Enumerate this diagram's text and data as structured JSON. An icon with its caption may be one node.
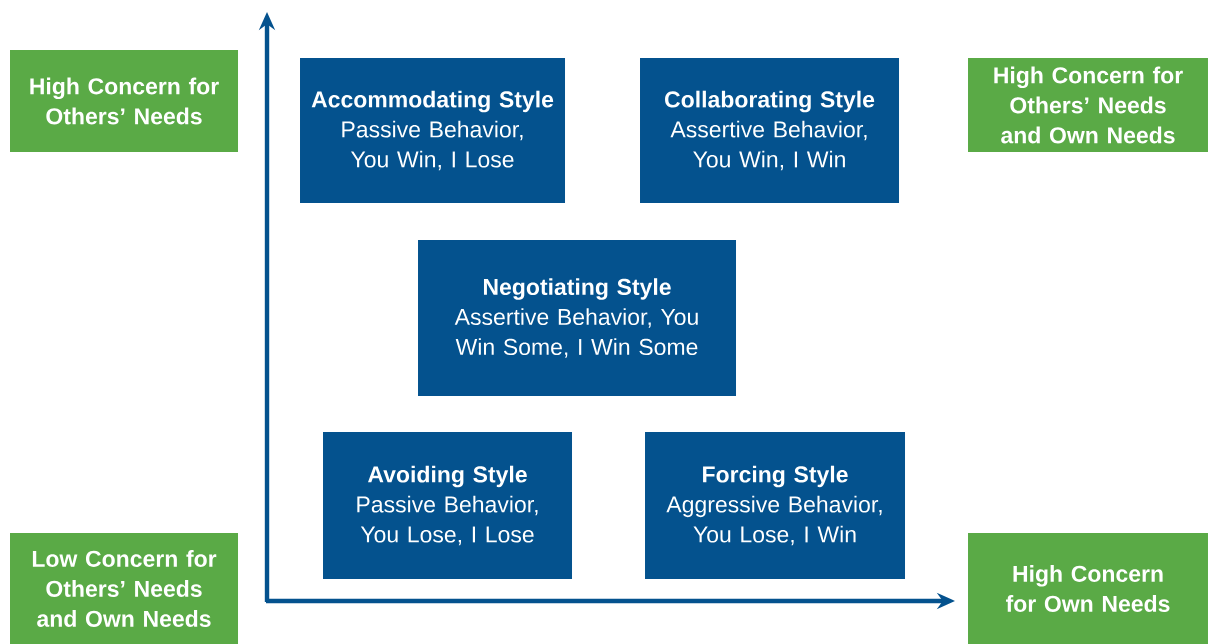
{
  "diagram": {
    "nodes": [
      {
        "text": [
          "High Concern for Others’ Needs"
        ]
      },
      {
        "text": [
          "Accommodating Style",
          "Passive Behavior, You Win, I Lose"
        ]
      },
      {
        "text": [
          "Collaborating Style",
          "Assertive Behavior, You Win, I Win"
        ]
      },
      {
        "text": [
          "High Concern for Others’ Needs and Own Needs"
        ]
      },
      {
        "text": [
          "Negotiating Style",
          "Assertive Behavior, You Win Some, I Win Some"
        ]
      },
      {
        "text": [
          "Avoiding Style",
          "Passive Behavior, You Lose, I Lose"
        ]
      },
      {
        "text": [
          "Forcing Style",
          "Aggressive Behavior, You Lose, I Win"
        ]
      },
      {
        "text": [
          "Low Concern for Others’ Needs and Own Needs"
        ]
      },
      {
        "text": [
          "High Concern for Own Needs"
        ]
      }
    ]
  }
}
